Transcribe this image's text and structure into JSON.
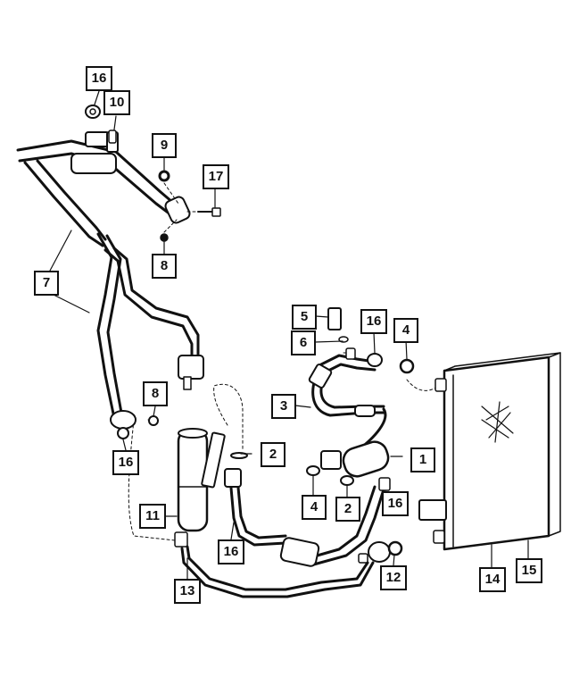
{
  "diagram": {
    "callouts": [
      "1",
      "2",
      "2",
      "3",
      "4",
      "4",
      "5",
      "6",
      "7",
      "8",
      "8",
      "9",
      "10",
      "11",
      "12",
      "13",
      "14",
      "15",
      "16",
      "16",
      "16",
      "16",
      "16",
      "17"
    ]
  }
}
